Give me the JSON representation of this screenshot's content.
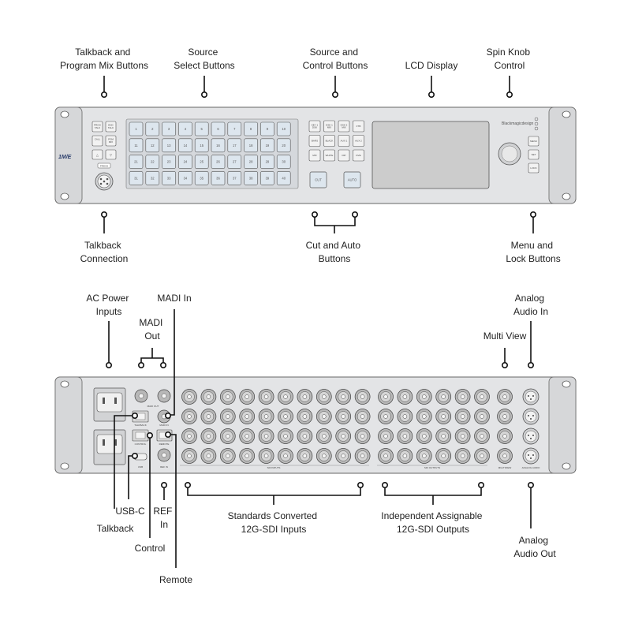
{
  "colors": {
    "panel": "#e3e4e6",
    "panel_edge": "#666666",
    "rack_ear": "#d6d7d9",
    "key": "#dde6ee",
    "lcd": "#cccccc",
    "connector": "#b8b8b8",
    "line": "#111111"
  },
  "front": {
    "model_logo": "1M/E",
    "mic_label": "PRESS",
    "brand_text": "Blackmagicdesign",
    "talkback_keys": [
      "PROG TALK",
      "ENG TALK",
      "CALL",
      "PGM MIX"
    ],
    "arrow_keys": [
      "△",
      "▽"
    ],
    "source_keys": [
      "1",
      "2",
      "3",
      "4",
      "5",
      "6",
      "7",
      "8",
      "9",
      "10",
      "11",
      "12",
      "13",
      "14",
      "15",
      "16",
      "17",
      "18",
      "19",
      "20",
      "21",
      "22",
      "23",
      "24",
      "25",
      "26",
      "27",
      "28",
      "29",
      "30",
      "31",
      "32",
      "33",
      "34",
      "35",
      "36",
      "37",
      "38",
      "39",
      "40"
    ],
    "control_keys": [
      "KEY 1 DSK",
      "DSK 1 MIX",
      "DSK 2 MIX",
      "FTB",
      "BARS",
      "BLACK",
      "AUX 1",
      "AUX 2",
      "MIX",
      "WHITE",
      "DIP",
      "DVE"
    ],
    "cut_label": "CUT",
    "auto_label": "AUTO",
    "menu_keys": [
      "MENU",
      "SET",
      "LOCK"
    ]
  },
  "rear": {
    "sdi_inputs_label": "SDI INPUTS",
    "sdi_outputs_label": "SDI OUTPUTS",
    "multiview_label": "MULTIVIEW",
    "analog_audio_label": "ANALOG AUDIO",
    "madi_label": "MADI OUT",
    "talkback_port": "TALKBACK",
    "control_port": "CONTROL",
    "remote_port": "REMOTE",
    "usb_port": "USB",
    "ref_port": "REF IN",
    "madi_in_port": "MADI IN"
  },
  "labels": {
    "talkback_program_mix": [
      "Talkback and",
      "Program Mix Buttons"
    ],
    "source_select": [
      "Source",
      "Select Buttons"
    ],
    "source_control": [
      "Source and",
      "Control  Buttons"
    ],
    "lcd_display": [
      "LCD Display"
    ],
    "spin_knob": [
      "Spin Knob",
      "Control"
    ],
    "talkback_connection": [
      "Talkback",
      "Connection"
    ],
    "cut_auto": [
      "Cut and Auto",
      "Buttons"
    ],
    "menu_lock": [
      "Menu and",
      "Lock Buttons"
    ],
    "ac_power": [
      "AC Power",
      "Inputs"
    ],
    "madi_in": [
      "MADI In"
    ],
    "madi_out": [
      "MADI",
      "Out"
    ],
    "multi_view": [
      "Multi View"
    ],
    "analog_audio_in": [
      "Analog",
      "Audio In"
    ],
    "usb_c": [
      "USB-C"
    ],
    "ref_in": [
      "REF",
      "In"
    ],
    "talkback": [
      "Talkback"
    ],
    "standards_converted": [
      "Standards Converted",
      "12G-SDI Inputs"
    ],
    "independent_outputs": [
      "Independent Assignable",
      "12G-SDI Outputs"
    ],
    "control": [
      "Control"
    ],
    "analog_audio_out": [
      "Analog",
      "Audio Out"
    ],
    "remote": [
      "Remote"
    ]
  }
}
